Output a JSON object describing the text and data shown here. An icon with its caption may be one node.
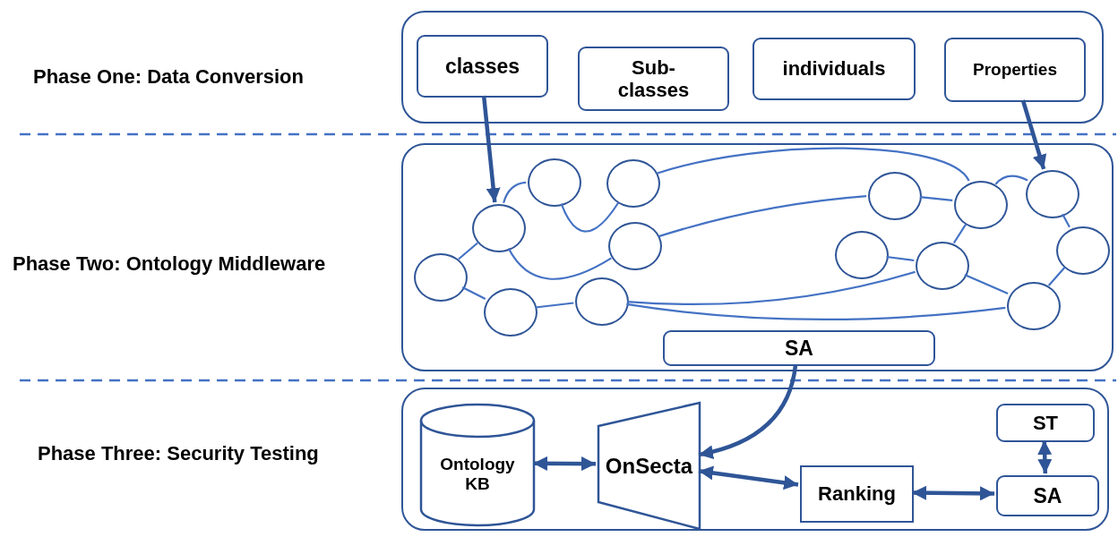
{
  "diagram": {
    "nodes": [
      {
        "text": [
          "Phase One: Data Conversion"
        ]
      },
      {
        "text": [
          "classes"
        ],
        "in": 0
      },
      {
        "text": [
          "Sub-classes"
        ],
        "in": 0
      },
      {
        "text": [
          "individuals"
        ],
        "in": 0
      },
      {
        "text": [
          "Properties"
        ],
        "in": 0
      },
      {
        "text": [
          "Phase Two: Ontology Middleware"
        ]
      },
      {
        "text": [],
        "shape": "circle",
        "in": 5
      },
      {
        "text": [],
        "shape": "circle",
        "in": 5
      },
      {
        "text": [],
        "shape": "circle",
        "in": 5
      },
      {
        "text": [],
        "shape": "circle",
        "in": 5
      },
      {
        "text": [],
        "shape": "circle",
        "in": 5
      },
      {
        "text": [],
        "shape": "circle",
        "in": 5
      },
      {
        "text": [],
        "shape": "circle",
        "in": 5
      },
      {
        "text": [],
        "shape": "circle",
        "in": 5
      },
      {
        "text": [],
        "shape": "circle",
        "in": 5
      },
      {
        "text": [],
        "shape": "circle",
        "in": 5
      },
      {
        "text": [],
        "shape": "circle",
        "in": 5
      },
      {
        "text": [],
        "shape": "circle",
        "in": 5
      },
      {
        "text": [],
        "shape": "circle",
        "in": 5
      },
      {
        "text": [],
        "shape": "circle",
        "in": 5
      },
      {
        "text": [
          "SA"
        ],
        "in": 5
      },
      {
        "text": [
          "Phase Three: Security Testing"
        ]
      },
      {
        "text": [
          "Ontology KB"
        ],
        "in": 21
      },
      {
        "text": [
          "OnSecta"
        ],
        "in": 21
      },
      {
        "text": [
          "Ranking"
        ],
        "in": 21
      },
      {
        "text": [
          "ST"
        ],
        "in": 21
      },
      {
        "text": [
          "SA"
        ],
        "in": 21
      }
    ],
    "edges": [
      {
        "from": 1,
        "to": 7,
        "arrow": "to",
        "style": "thick",
        "color": "#2f5597"
      },
      {
        "from": 4,
        "to": 18,
        "arrow": "to",
        "style": "thick",
        "color": "#2f5597"
      },
      {
        "from": 6,
        "to": 7,
        "arrow": "none"
      },
      {
        "from": 6,
        "to": 8,
        "arrow": "none"
      },
      {
        "from": 7,
        "to": 9,
        "arrow": "none"
      },
      {
        "from": 7,
        "to": 12,
        "arrow": "none"
      },
      {
        "from": 8,
        "to": 10,
        "arrow": "none"
      },
      {
        "from": 9,
        "to": 11,
        "arrow": "none"
      },
      {
        "from": 10,
        "to": 15,
        "arrow": "none"
      },
      {
        "from": 10,
        "to": 17,
        "arrow": "none"
      },
      {
        "from": 11,
        "to": 16,
        "arrow": "none"
      },
      {
        "from": 12,
        "to": 14,
        "arrow": "none"
      },
      {
        "from": 13,
        "to": 15,
        "arrow": "none"
      },
      {
        "from": 14,
        "to": 16,
        "arrow": "none"
      },
      {
        "from": 16,
        "to": 15,
        "arrow": "none"
      },
      {
        "from": 16,
        "to": 18,
        "arrow": "none"
      },
      {
        "from": 15,
        "to": 17,
        "arrow": "none"
      },
      {
        "from": 18,
        "to": 19,
        "arrow": "none"
      },
      {
        "from": 19,
        "to": 17,
        "arrow": "none"
      },
      {
        "from": 20,
        "to": 23,
        "arrow": "to",
        "style": "thick",
        "color": "#2f5597"
      },
      {
        "from": 22,
        "to": 23,
        "arrow": "both",
        "style": "thick",
        "color": "#2f5597"
      },
      {
        "from": 23,
        "to": 24,
        "arrow": "both",
        "style": "thick",
        "color": "#2f5597"
      },
      {
        "from": 24,
        "to": 26,
        "arrow": "both",
        "style": "thick",
        "color": "#2f5597"
      },
      {
        "from": 25,
        "to": 26,
        "arrow": "both",
        "style": "thick",
        "color": "#2f5597"
      }
    ]
  }
}
